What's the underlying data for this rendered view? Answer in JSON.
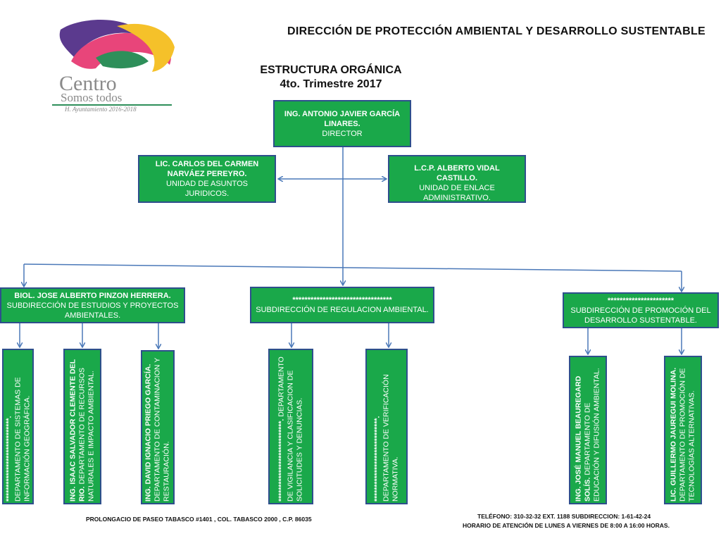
{
  "header": {
    "title": "DIRECCIÓN DE PROTECCIÓN AMBIENTAL Y DESARROLLO SUSTENTABLE"
  },
  "logo": {
    "line1": "Centro",
    "line2": "Somos todos",
    "line3": "H. Ayuntamiento 2016-2018",
    "colors": [
      "#5b3a8e",
      "#e8457a",
      "#f5c12a",
      "#2e8f5a"
    ]
  },
  "chart": {
    "title": "ESTRUCTURA ORGÁNICA",
    "subtitle": "4to. Trimestre 2017"
  },
  "director": {
    "name": "ING. ANTONIO JAVIER GARCÍA LINARES.",
    "role": "DIRECTOR"
  },
  "legal": {
    "name": "LIC. CARLOS DEL CARMEN NARVÁEZ PEREYRO.",
    "role": "UNIDAD DE ASUNTOS JURIDICOS."
  },
  "admin": {
    "name": "L.C.P. ALBERTO VIDAL CASTILLO.",
    "role": "UNIDAD DE ENLACE ADMINISTRATIVO."
  },
  "sub1": {
    "name": "BIOL. JOSE ALBERTO PINZON HERRERA.",
    "role": "SUBDIRECCIÓN DE ESTUDIOS Y PROYECTOS AMBIENTALES."
  },
  "sub2": {
    "name": "*********************************",
    "role": "SUBDIRECCIÓN DE REGULACION AMBIENTAL."
  },
  "sub3": {
    "name": "**********************",
    "role": "SUBDIRECCIÓN DE PROMOCIÓN DEL DESARROLLO SUSTENTABLE."
  },
  "departments": [
    {
      "name": "*****************************.",
      "role": "DEPARTAMENTO DE SISTEMAS DE INFORMACIÓN GEOGRÁFICA."
    },
    {
      "name": "ING. ISAAC SALVADOR CLEMENTE DEL RIO.",
      "role": "DEPARTAMENTO DE RECURSOS NATURALES E IMPACTO AMBIENTAL."
    },
    {
      "name": "ING. DAVID IGNACIO PRIEGO GARCÍA.",
      "role": "DEPARTAMENTO DE CONTAMINACION Y RESTAURACIÓN."
    },
    {
      "name": "****************************.",
      "role": "DEPARTAMENTO DE VIGILANCIA Y CLASIFICACION DE SOLICITUDES Y DENUNCIAS."
    },
    {
      "name": "*****************************.",
      "role": "DEPARTAMENTO DE VERIFICACIÓN NORMATIVA."
    },
    {
      "name": "ING. JOSÉ MANUEL BEAUREGARD SOLÍS.",
      "role": "DEPARTAMENTO DE EDUCACIÓN Y DIFUSIÓN AMBIENTAL."
    },
    {
      "name": "LIC. GUILLERMO JAUREGUI MOLINA.",
      "role": "DEPARTAMENTO DE PROMOCIÓN DE TECNOLOGÍAS ALTERNATIVAS."
    }
  ],
  "footer": {
    "address": "PROLONGACIO DE PASEO TABASCO #1401 , COL. TABASCO 2000 , C.P. 86035",
    "phone": "TELÉFONO: 310-32-32 EXT. 1188 SUBDIRECCION: 1-61-42-24",
    "hours": "HORARIO DE ATENCIÓN DE LUNES A VIERNES DE 8:00 A 16:00 HORAS."
  }
}
